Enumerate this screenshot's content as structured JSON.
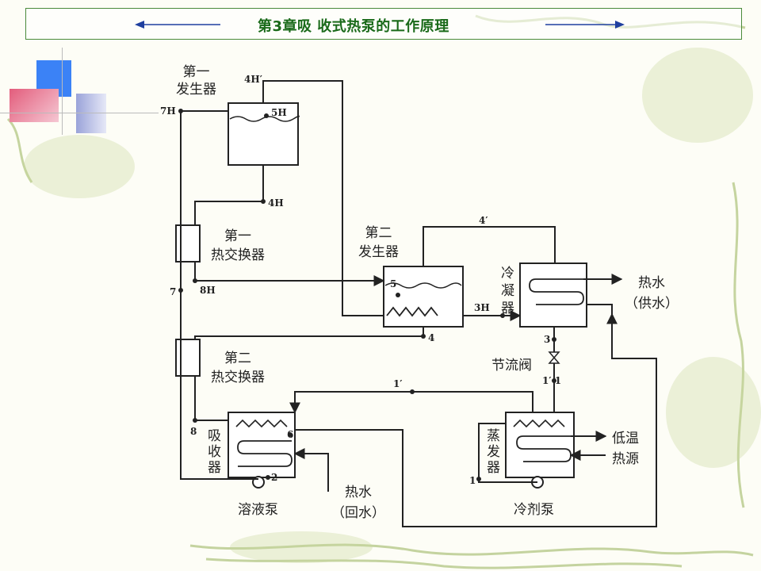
{
  "header": {
    "title": "第3章吸  收式热泵的工作原理"
  },
  "colors": {
    "title_green": "#1a6a1a",
    "frame_green": "#4a8a3a",
    "arrow_blue": "#1f3f9f",
    "deco_blue": "#3b82f6",
    "deco_pink": "#d9456b",
    "line": "#222222"
  },
  "components": {
    "gen1": "第一\n发生器",
    "hx1": "第一\n热交换器",
    "gen2": "第二\n发生器",
    "hx2": "第二\n热交换器",
    "condenser": "冷\n凝\n器",
    "throttle": "节流阀",
    "absorber": "吸\n收\n器",
    "evaporator": "蒸\n发\n器",
    "solution_pump": "溶液泵",
    "refrigerant_pump": "冷剂泵"
  },
  "streams": {
    "hot_supply": "热水\n（供水）",
    "hot_return": "热水\n（回水）",
    "low_temp_source": "低温\n热源"
  },
  "points": {
    "p4Hp": "4H′",
    "p5H": "5H",
    "p7H": "7H",
    "p4H": "4H",
    "p8H": "8H",
    "p7": "7",
    "p5": "5",
    "p4p": "4′",
    "p3H": "3H",
    "p4": "4",
    "p3": "3",
    "p1p_top": "1′",
    "p1p1": "1′ 1",
    "p8": "8",
    "p6": "6",
    "p2": "2",
    "p1": "1"
  }
}
